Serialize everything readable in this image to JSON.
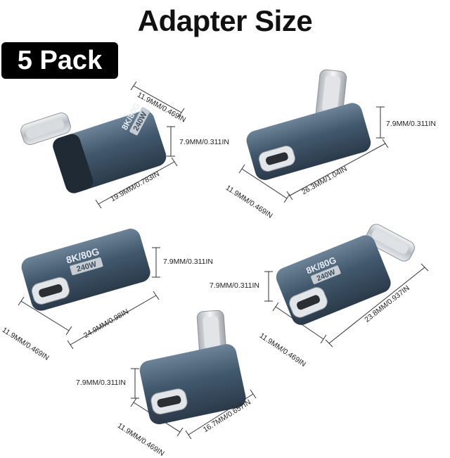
{
  "title": "Adapter Size",
  "badge": "5 Pack",
  "adapters": [
    {
      "markings": [
        "8K/80G",
        "240W"
      ],
      "dims": {
        "width": "11.9MM/0.469IN",
        "height": "7.9MM/0.311IN",
        "length": "19.9MM/0.783IN"
      }
    },
    {
      "dims": {
        "height": "7.9MM/0.311IN",
        "length": "26.3MM/1.04IN",
        "width": "11.9MM/0.469IN"
      }
    },
    {
      "markings": [
        "8K/80G",
        "240W"
      ],
      "dims": {
        "height": "7.9MM/0.311IN",
        "width": "11.9MM/0.469IN",
        "length": "24.9MM/0.98IN"
      }
    },
    {
      "markings": [
        "8K/80G",
        "240W"
      ],
      "dims": {
        "height": "7.9MM/0.311IN",
        "width": "11.9MM/0.469IN",
        "length": "23.8MM/0.937IN"
      }
    },
    {
      "dims": {
        "height": "7.9MM/0.311IN",
        "width": "11.9MM/0.469IN",
        "length": "16.7MM/0.657IN"
      }
    }
  ],
  "colors": {
    "body": "#3f5468",
    "body_light": "#5b7286",
    "body_dark": "#2a3a4a",
    "metal": "#c9cdd2"
  }
}
